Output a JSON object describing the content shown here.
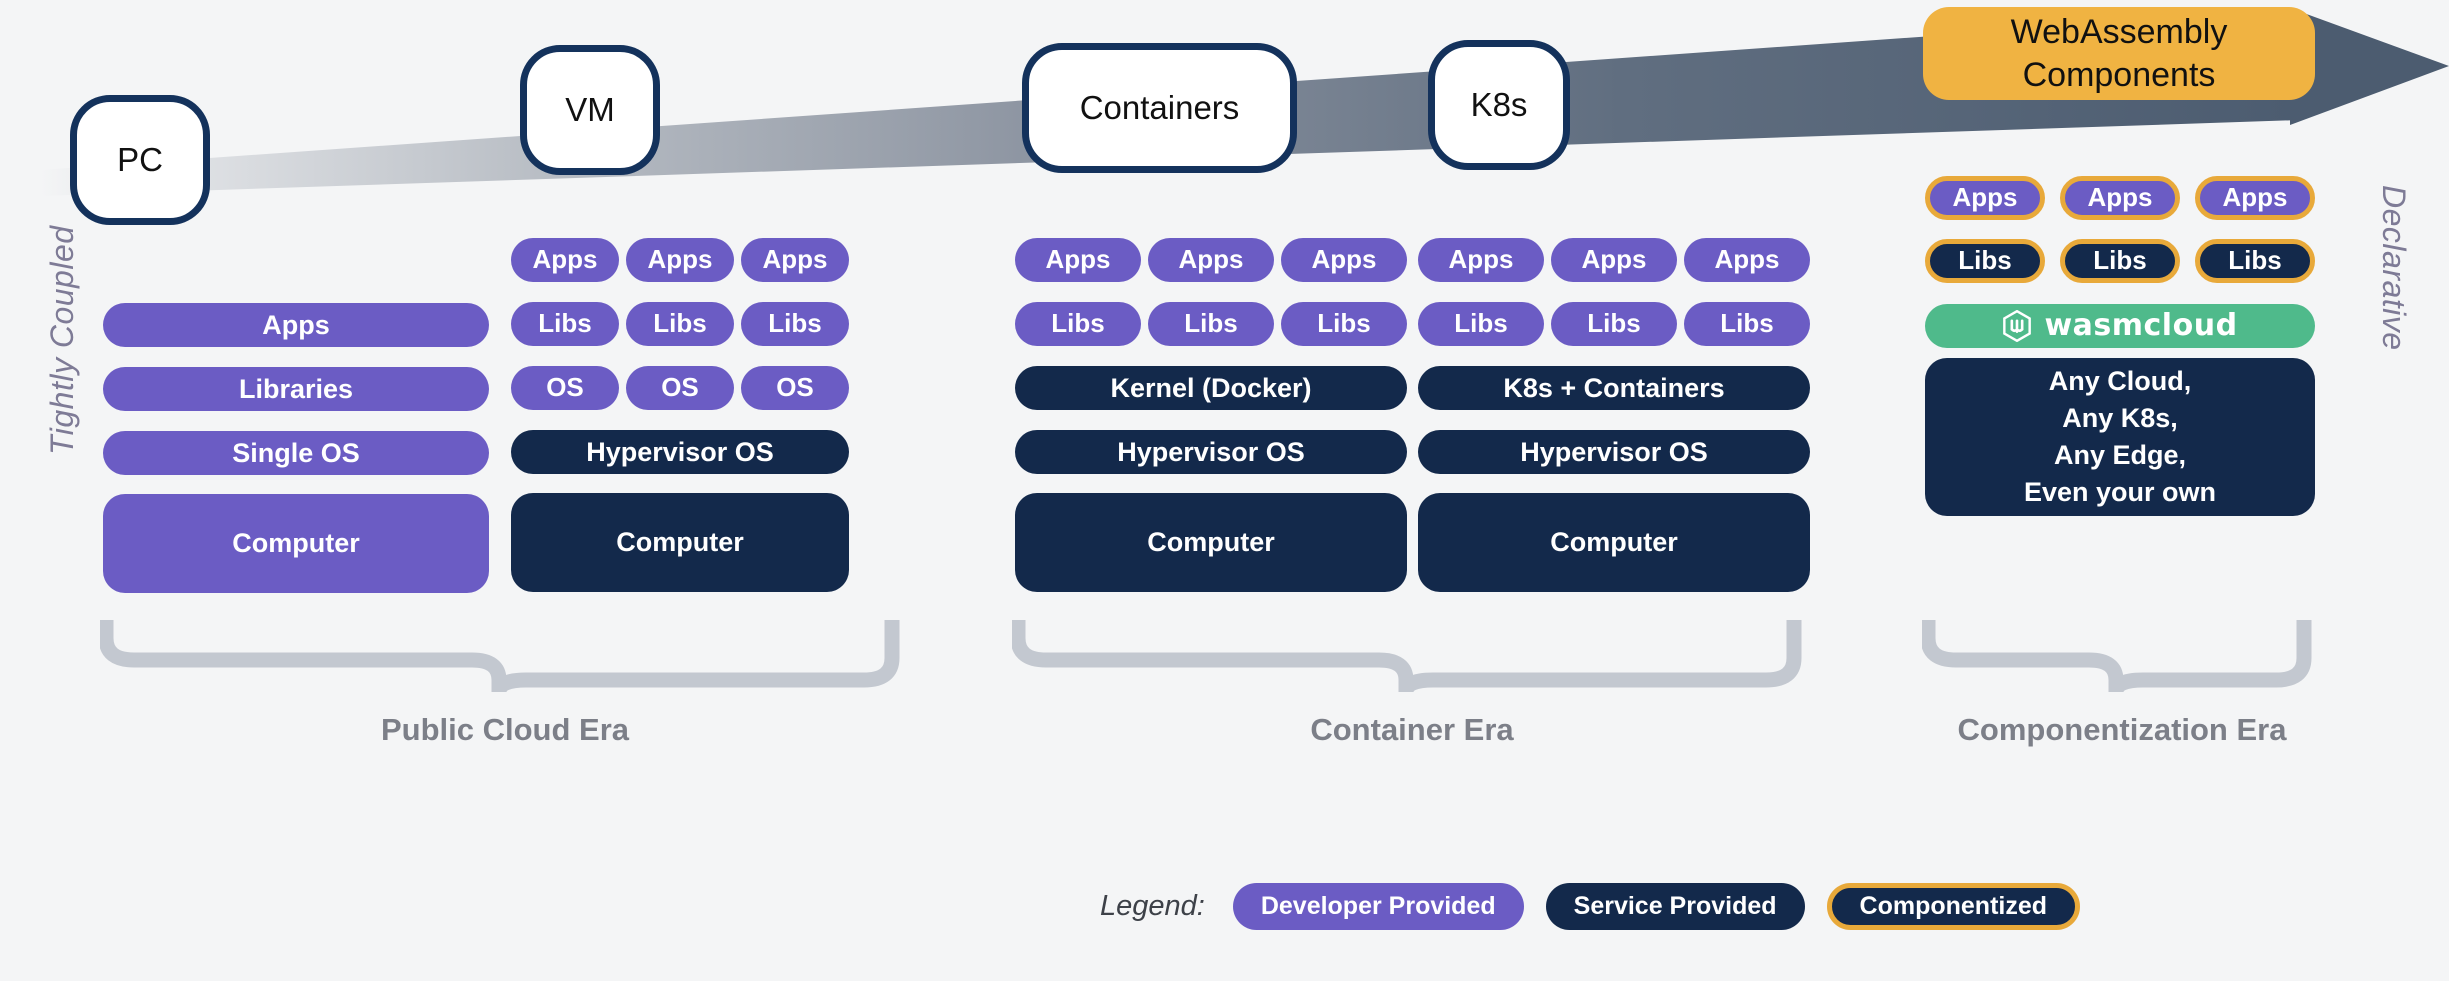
{
  "axis": {
    "left_label": "Tightly Coupled",
    "right_label": "Declarative"
  },
  "timeline_nodes": [
    {
      "label": "PC"
    },
    {
      "label": "VM"
    },
    {
      "label": "Containers"
    },
    {
      "label": "K8s"
    }
  ],
  "banner": {
    "line1": "WebAssembly",
    "line2": "Components"
  },
  "columns": {
    "pc": {
      "rows": [
        {
          "label": "Apps",
          "kind": "dev"
        },
        {
          "label": "Libraries",
          "kind": "dev"
        },
        {
          "label": "Single OS",
          "kind": "dev"
        },
        {
          "label": "Computer",
          "kind": "dev"
        }
      ]
    },
    "vm": {
      "apps": [
        "Apps",
        "Apps",
        "Apps"
      ],
      "libs": [
        "Libs",
        "Libs",
        "Libs"
      ],
      "os": [
        "OS",
        "OS",
        "OS"
      ],
      "rows": [
        {
          "label": "Hypervisor OS",
          "kind": "svc"
        },
        {
          "label": "Computer",
          "kind": "svc"
        }
      ]
    },
    "containers": {
      "apps": [
        "Apps",
        "Apps",
        "Apps"
      ],
      "libs": [
        "Libs",
        "Libs",
        "Libs"
      ],
      "rows": [
        {
          "label": "Kernel (Docker)",
          "kind": "svc"
        },
        {
          "label": "Hypervisor OS",
          "kind": "svc"
        },
        {
          "label": "Computer",
          "kind": "svc"
        }
      ]
    },
    "k8s": {
      "apps": [
        "Apps",
        "Apps",
        "Apps"
      ],
      "libs": [
        "Libs",
        "Libs",
        "Libs"
      ],
      "rows": [
        {
          "label": "K8s + Containers",
          "kind": "svc"
        },
        {
          "label": "Hypervisor OS",
          "kind": "svc"
        },
        {
          "label": "Computer",
          "kind": "svc"
        }
      ]
    },
    "wasm": {
      "apps": [
        "Apps",
        "Apps",
        "Apps"
      ],
      "libs": [
        "Libs",
        "Libs",
        "Libs"
      ],
      "platform": "wasmcloud",
      "substrate_lines": [
        "Any Cloud,",
        "Any K8s,",
        "Any Edge,",
        "Even your own"
      ]
    }
  },
  "eras": [
    {
      "label": "Public Cloud Era"
    },
    {
      "label": "Container Era"
    },
    {
      "label": "Componentization Era"
    }
  ],
  "legend": {
    "title": "Legend:",
    "items": [
      {
        "label": "Developer Provided",
        "kind": "dev"
      },
      {
        "label": "Service Provided",
        "kind": "svc"
      },
      {
        "label": "Componentized",
        "kind": "comp"
      }
    ]
  },
  "colors": {
    "developer_purple": "#6b5cc4",
    "service_navy": "#13294b",
    "componentized_gold": "#e8a93a",
    "wasm_banner_amber": "#f0b342",
    "wasmcloud_green": "#4fba8b",
    "arrow_slate": "#4c5c70",
    "bracket_gray": "#c3c8d0",
    "background": "#f4f5f6"
  }
}
